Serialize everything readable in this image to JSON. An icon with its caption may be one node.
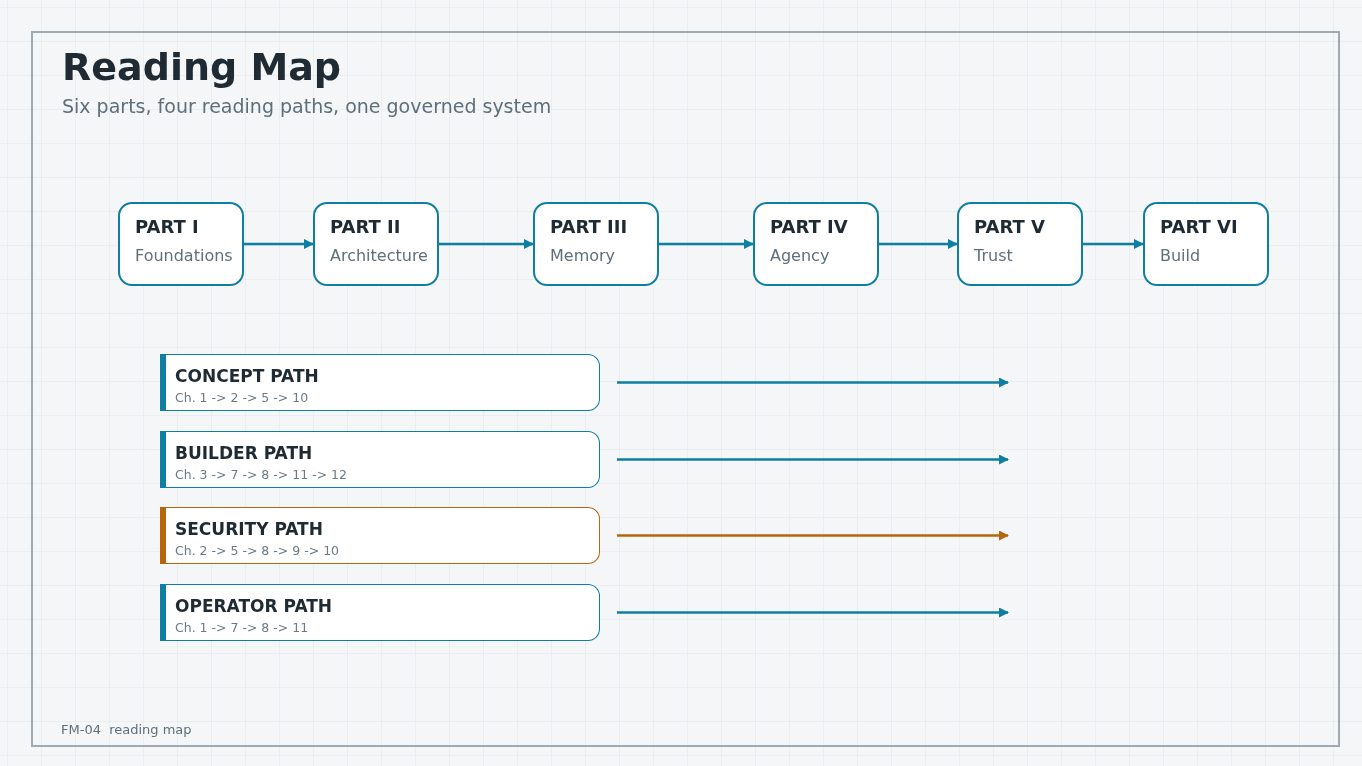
{
  "diagram": {
    "title": "Reading Map",
    "nodes": [
      {
        "text": [
          "PART I",
          "Foundations"
        ]
      },
      {
        "text": [
          "PART II",
          "Architecture"
        ]
      },
      {
        "text": [
          "PART III",
          "Memory"
        ]
      },
      {
        "text": [
          "PART IV",
          "Agency"
        ]
      },
      {
        "text": [
          "PART V",
          "Trust"
        ]
      },
      {
        "text": [
          "PART VI",
          "Build"
        ]
      },
      {
        "text": [
          "CONCEPT PATH",
          "Ch. 1 -> 2 -> 5 -> 10"
        ]
      },
      {
        "text": [
          "BUILDER PATH",
          "Ch. 3 -> 7 -> 8 -> 11 -> 12"
        ]
      },
      {
        "text": [
          "SECURITY PATH",
          "Ch. 2 -> 5 -> 8 -> 9 -> 10"
        ]
      },
      {
        "text": [
          "OPERATOR PATH",
          "Ch. 1 -> 7 -> 8 -> 11"
        ]
      }
    ],
    "edges": [
      {
        "from": 0,
        "to": 1,
        "arrow": "to"
      },
      {
        "from": 1,
        "to": 2,
        "arrow": "to"
      },
      {
        "from": 2,
        "to": 3,
        "arrow": "to"
      },
      {
        "from": 3,
        "to": 4,
        "arrow": "to"
      },
      {
        "from": 4,
        "to": 5,
        "arrow": "to"
      },
      {
        "from": 6,
        "to": null,
        "arrow": "to"
      },
      {
        "from": 7,
        "to": null,
        "arrow": "to"
      },
      {
        "from": 8,
        "to": null,
        "arrow": "to",
        "color": "#b8660b"
      },
      {
        "from": 9,
        "to": null,
        "arrow": "to"
      }
    ],
    "labels": [
      "Six parts, four reading paths, one governed system",
      "FM-04  reading map"
    ]
  }
}
